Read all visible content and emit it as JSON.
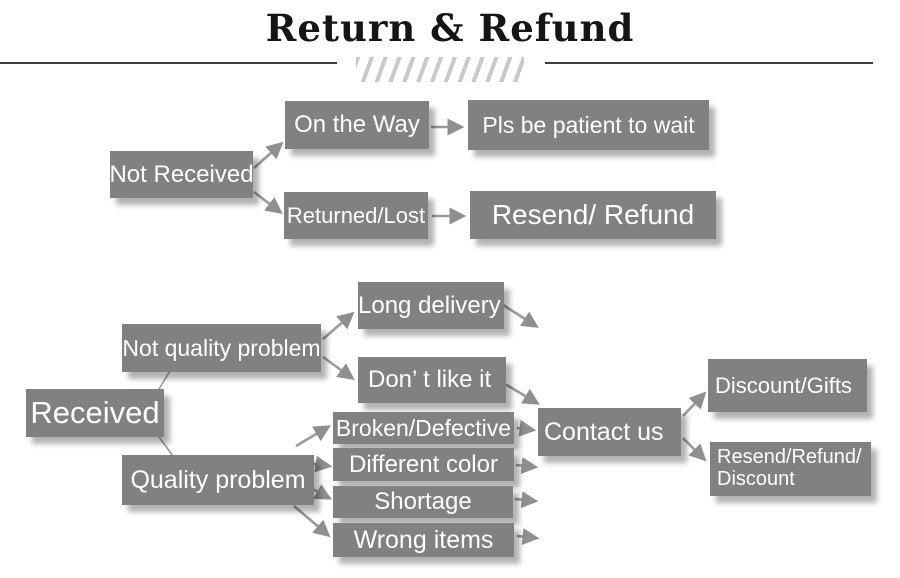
{
  "title": "Return & Refund",
  "colors": {
    "box_fill": "#818181",
    "box_text": "#ffffff",
    "arrow": "#9a9a9a",
    "title_text": "#151515",
    "rule": "#3d3d3d",
    "hatch": "#c9c9c9",
    "background": "#ffffff"
  },
  "nodes": {
    "not_received": "Not Received",
    "on_the_way": "On the Way",
    "pls_wait": "Pls be patient to wait",
    "returned_lost": "Returned/Lost",
    "resend_refund": "Resend/ Refund",
    "received": "Received",
    "not_quality": "Not quality problem",
    "quality": "Quality problem",
    "long_delivery": "Long delivery",
    "dont_like": "Don’ t like it",
    "broken": "Broken/Defective",
    "different": "Different color",
    "shortage": "Shortage",
    "wrong": "Wrong items",
    "contact": "Contact us",
    "discount_gifts": "Discount/Gifts",
    "resend_discount": "Resend/Refund/\nDiscount"
  },
  "edges": [
    {
      "from": "not_received",
      "to": "on_the_way"
    },
    {
      "from": "not_received",
      "to": "returned_lost"
    },
    {
      "from": "on_the_way",
      "to": "pls_wait"
    },
    {
      "from": "returned_lost",
      "to": "resend_refund"
    },
    {
      "from": "received",
      "to": "not_quality"
    },
    {
      "from": "received",
      "to": "quality"
    },
    {
      "from": "not_quality",
      "to": "long_delivery"
    },
    {
      "from": "not_quality",
      "to": "dont_like"
    },
    {
      "from": "long_delivery",
      "to": "contact"
    },
    {
      "from": "dont_like",
      "to": "contact"
    },
    {
      "from": "quality",
      "to": "broken"
    },
    {
      "from": "quality",
      "to": "different"
    },
    {
      "from": "quality",
      "to": "shortage"
    },
    {
      "from": "quality",
      "to": "wrong"
    },
    {
      "from": "broken",
      "to": "contact"
    },
    {
      "from": "different",
      "to": "contact"
    },
    {
      "from": "shortage",
      "to": "contact"
    },
    {
      "from": "wrong",
      "to": "contact"
    },
    {
      "from": "contact",
      "to": "discount_gifts"
    },
    {
      "from": "contact",
      "to": "resend_discount"
    }
  ]
}
